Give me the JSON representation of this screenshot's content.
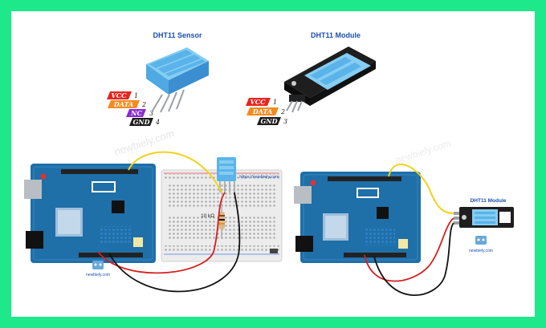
{
  "titles": {
    "sensor": "DHT11 Sensor",
    "module": "DHT11 Module",
    "module_small": "DHT11 Module"
  },
  "sensor_pins": [
    {
      "name": "VCC",
      "num": "1",
      "color": "#e8251f"
    },
    {
      "name": "DATA",
      "num": "2",
      "color": "#f58a1f"
    },
    {
      "name": "NC",
      "num": "3",
      "color": "#8a2bd6"
    },
    {
      "name": "GND",
      "num": "4",
      "color": "#1c1c1c"
    }
  ],
  "module_pins": [
    {
      "name": "VCC",
      "num": "1",
      "color": "#e8251f"
    },
    {
      "name": "DATA",
      "num": "2",
      "color": "#f58a1f"
    },
    {
      "name": "GND",
      "num": "3",
      "color": "#1c1c1c"
    }
  ],
  "labels": {
    "resistor": "10 kΩ",
    "url": "https://newbiely.com",
    "brand": "newbiely.com",
    "watermark": "newbiely.com"
  },
  "colors": {
    "frame": "#1de98b",
    "arduino_blue": "#1f6fa8",
    "wire_yellow": "#f2d31a",
    "wire_red": "#d42020",
    "wire_black": "#111111"
  }
}
